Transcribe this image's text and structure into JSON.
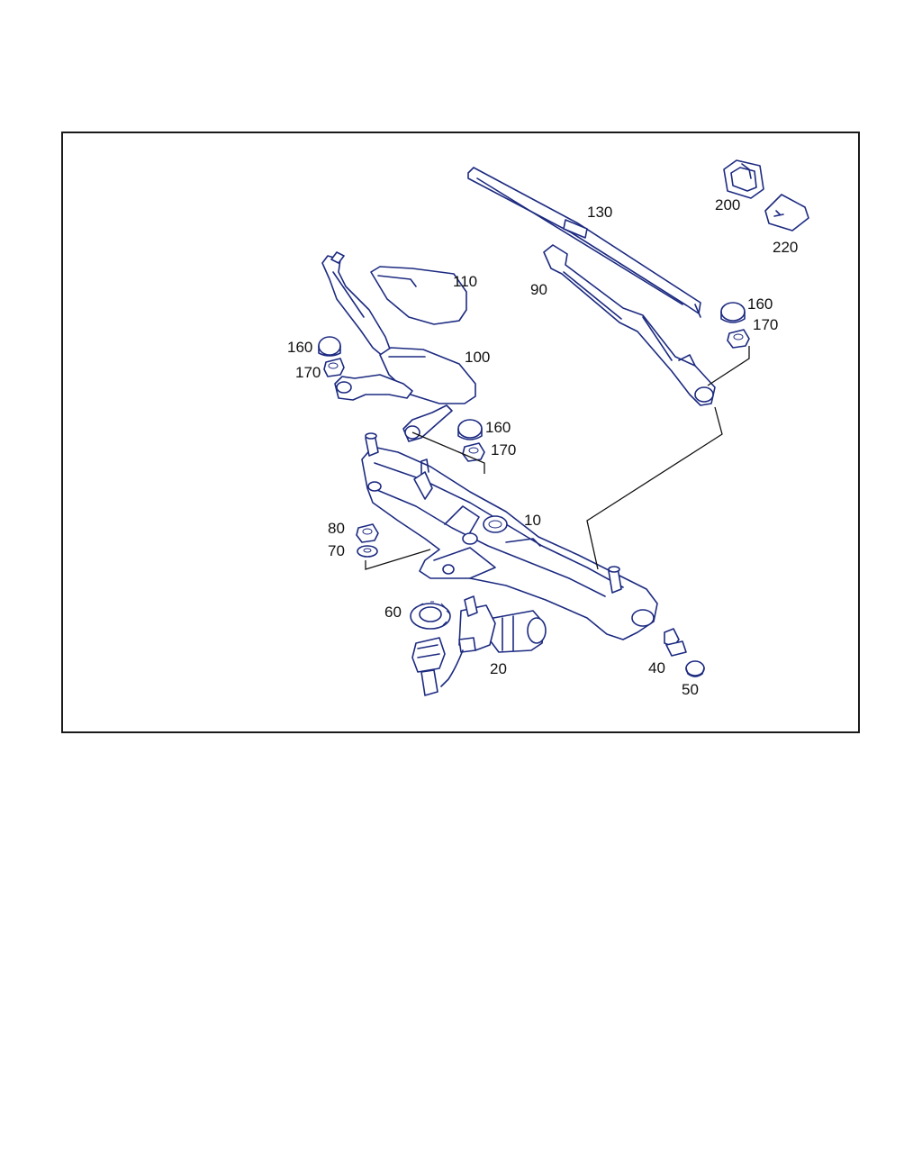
{
  "diagram": {
    "colors": {
      "ink": "#1c2a80",
      "leader": "#111111",
      "frame": "#1a1a1a",
      "background": "#ffffff"
    },
    "labels": {
      "p10": "10",
      "p20": "20",
      "p40": "40",
      "p50": "50",
      "p60": "60",
      "p70": "70",
      "p80": "80",
      "p90": "90",
      "p100": "100",
      "p110": "110",
      "p130": "130",
      "p160_left": "160",
      "p170_left": "170",
      "p160_mid": "160",
      "p170_mid": "170",
      "p160_right": "160",
      "p170_right": "170",
      "p200": "200",
      "p220": "220"
    }
  }
}
